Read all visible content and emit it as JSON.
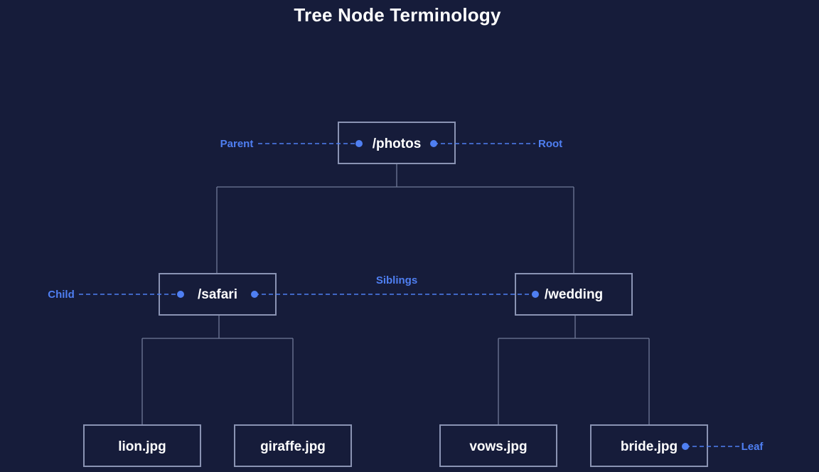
{
  "title": "Tree Node Terminology",
  "nodes": {
    "photos": "/photos",
    "safari": "/safari",
    "wedding": "/wedding",
    "lion": "lion.jpg",
    "giraffe": "giraffe.jpg",
    "vows": "vows.jpg",
    "bride": "bride.jpg"
  },
  "terms": {
    "parent": "Parent",
    "root": "Root",
    "child": "Child",
    "siblings": "Siblings",
    "leaf": "Leaf"
  },
  "colors": {
    "background": "#161c3a",
    "accent": "#4f7ff2",
    "text": "#ffffff",
    "box_stroke": "#8a93b3"
  }
}
